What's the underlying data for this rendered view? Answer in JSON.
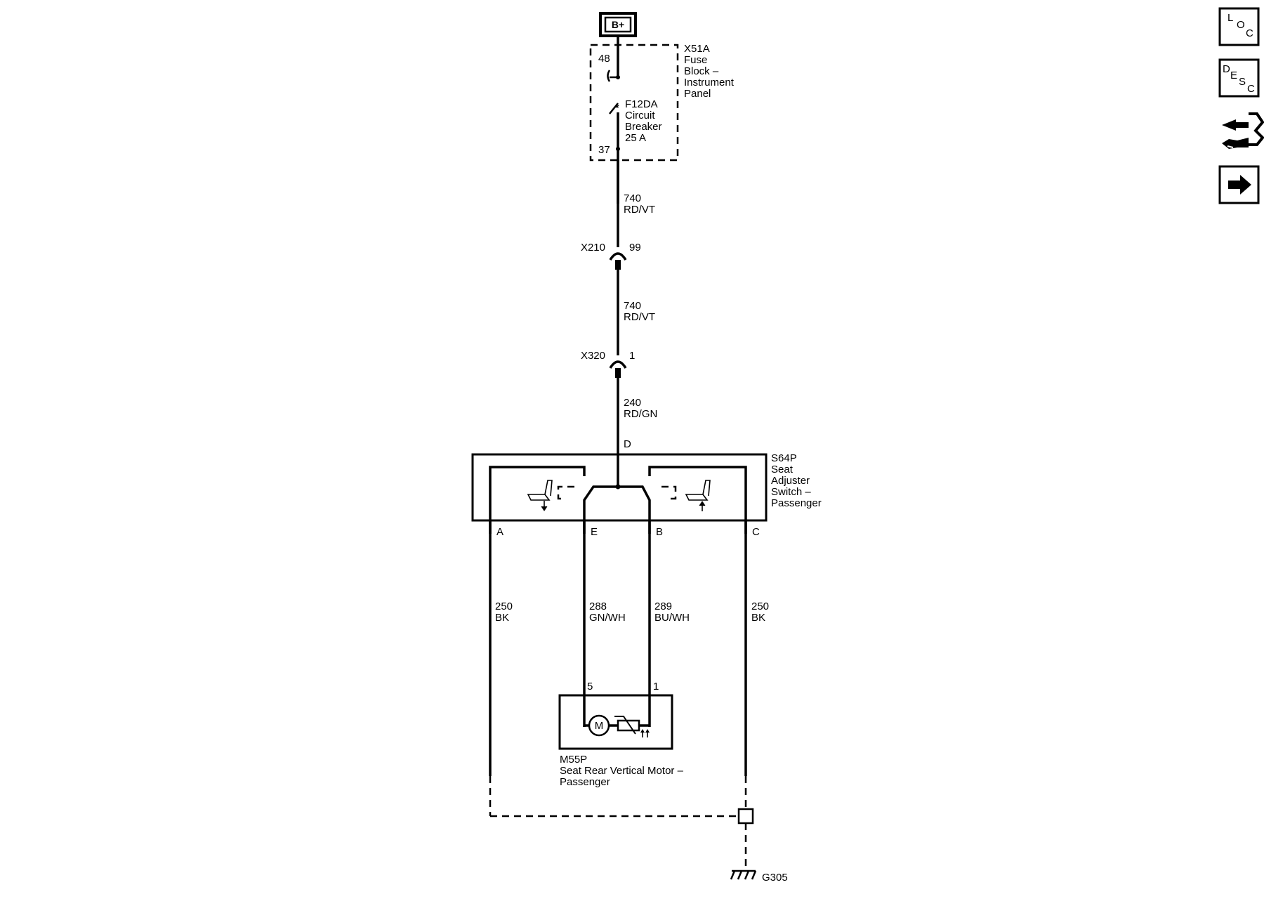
{
  "power_source": "B+",
  "fuse_block": {
    "name": "X51A",
    "desc": [
      "Fuse",
      "Block –",
      "Instrument",
      "Panel"
    ],
    "pin_in": "48",
    "pin_out": "37",
    "breaker_name": "F12DA",
    "breaker_desc": [
      "Circuit",
      "Breaker",
      "25 A"
    ]
  },
  "wires": {
    "w1": {
      "circuit": "740",
      "color": "RD/VT"
    },
    "w2": {
      "circuit": "740",
      "color": "RD/VT"
    },
    "w3": {
      "circuit": "240",
      "color": "RD/GN"
    },
    "a": {
      "circuit": "250",
      "color": "BK"
    },
    "e": {
      "circuit": "288",
      "color": "GN/WH"
    },
    "b": {
      "circuit": "289",
      "color": "BU/WH"
    },
    "c": {
      "circuit": "250",
      "color": "BK"
    }
  },
  "connectors": {
    "x210": {
      "name": "X210",
      "pin": "99"
    },
    "x320": {
      "name": "X320",
      "pin": "1"
    }
  },
  "switch": {
    "name": "S64P",
    "desc": [
      "Seat",
      "Adjuster",
      "Switch –",
      "Passenger"
    ],
    "pins": {
      "d": "D",
      "a": "A",
      "e": "E",
      "b": "B",
      "c": "C"
    }
  },
  "motor": {
    "name": "M55P",
    "desc": [
      "Seat Rear Vertical Motor –",
      "Passenger"
    ],
    "pin_left": "5",
    "pin_right": "1",
    "symbol": "M"
  },
  "ground": {
    "name": "G305"
  },
  "side_buttons": [
    {
      "icon": "loc-icon",
      "letters": [
        "L",
        "O",
        "C"
      ]
    },
    {
      "icon": "desc-icon",
      "letters": [
        "D",
        "E",
        "S",
        "C"
      ]
    },
    {
      "icon": "connector-view-icon"
    },
    {
      "icon": "next-arrow-icon"
    }
  ]
}
